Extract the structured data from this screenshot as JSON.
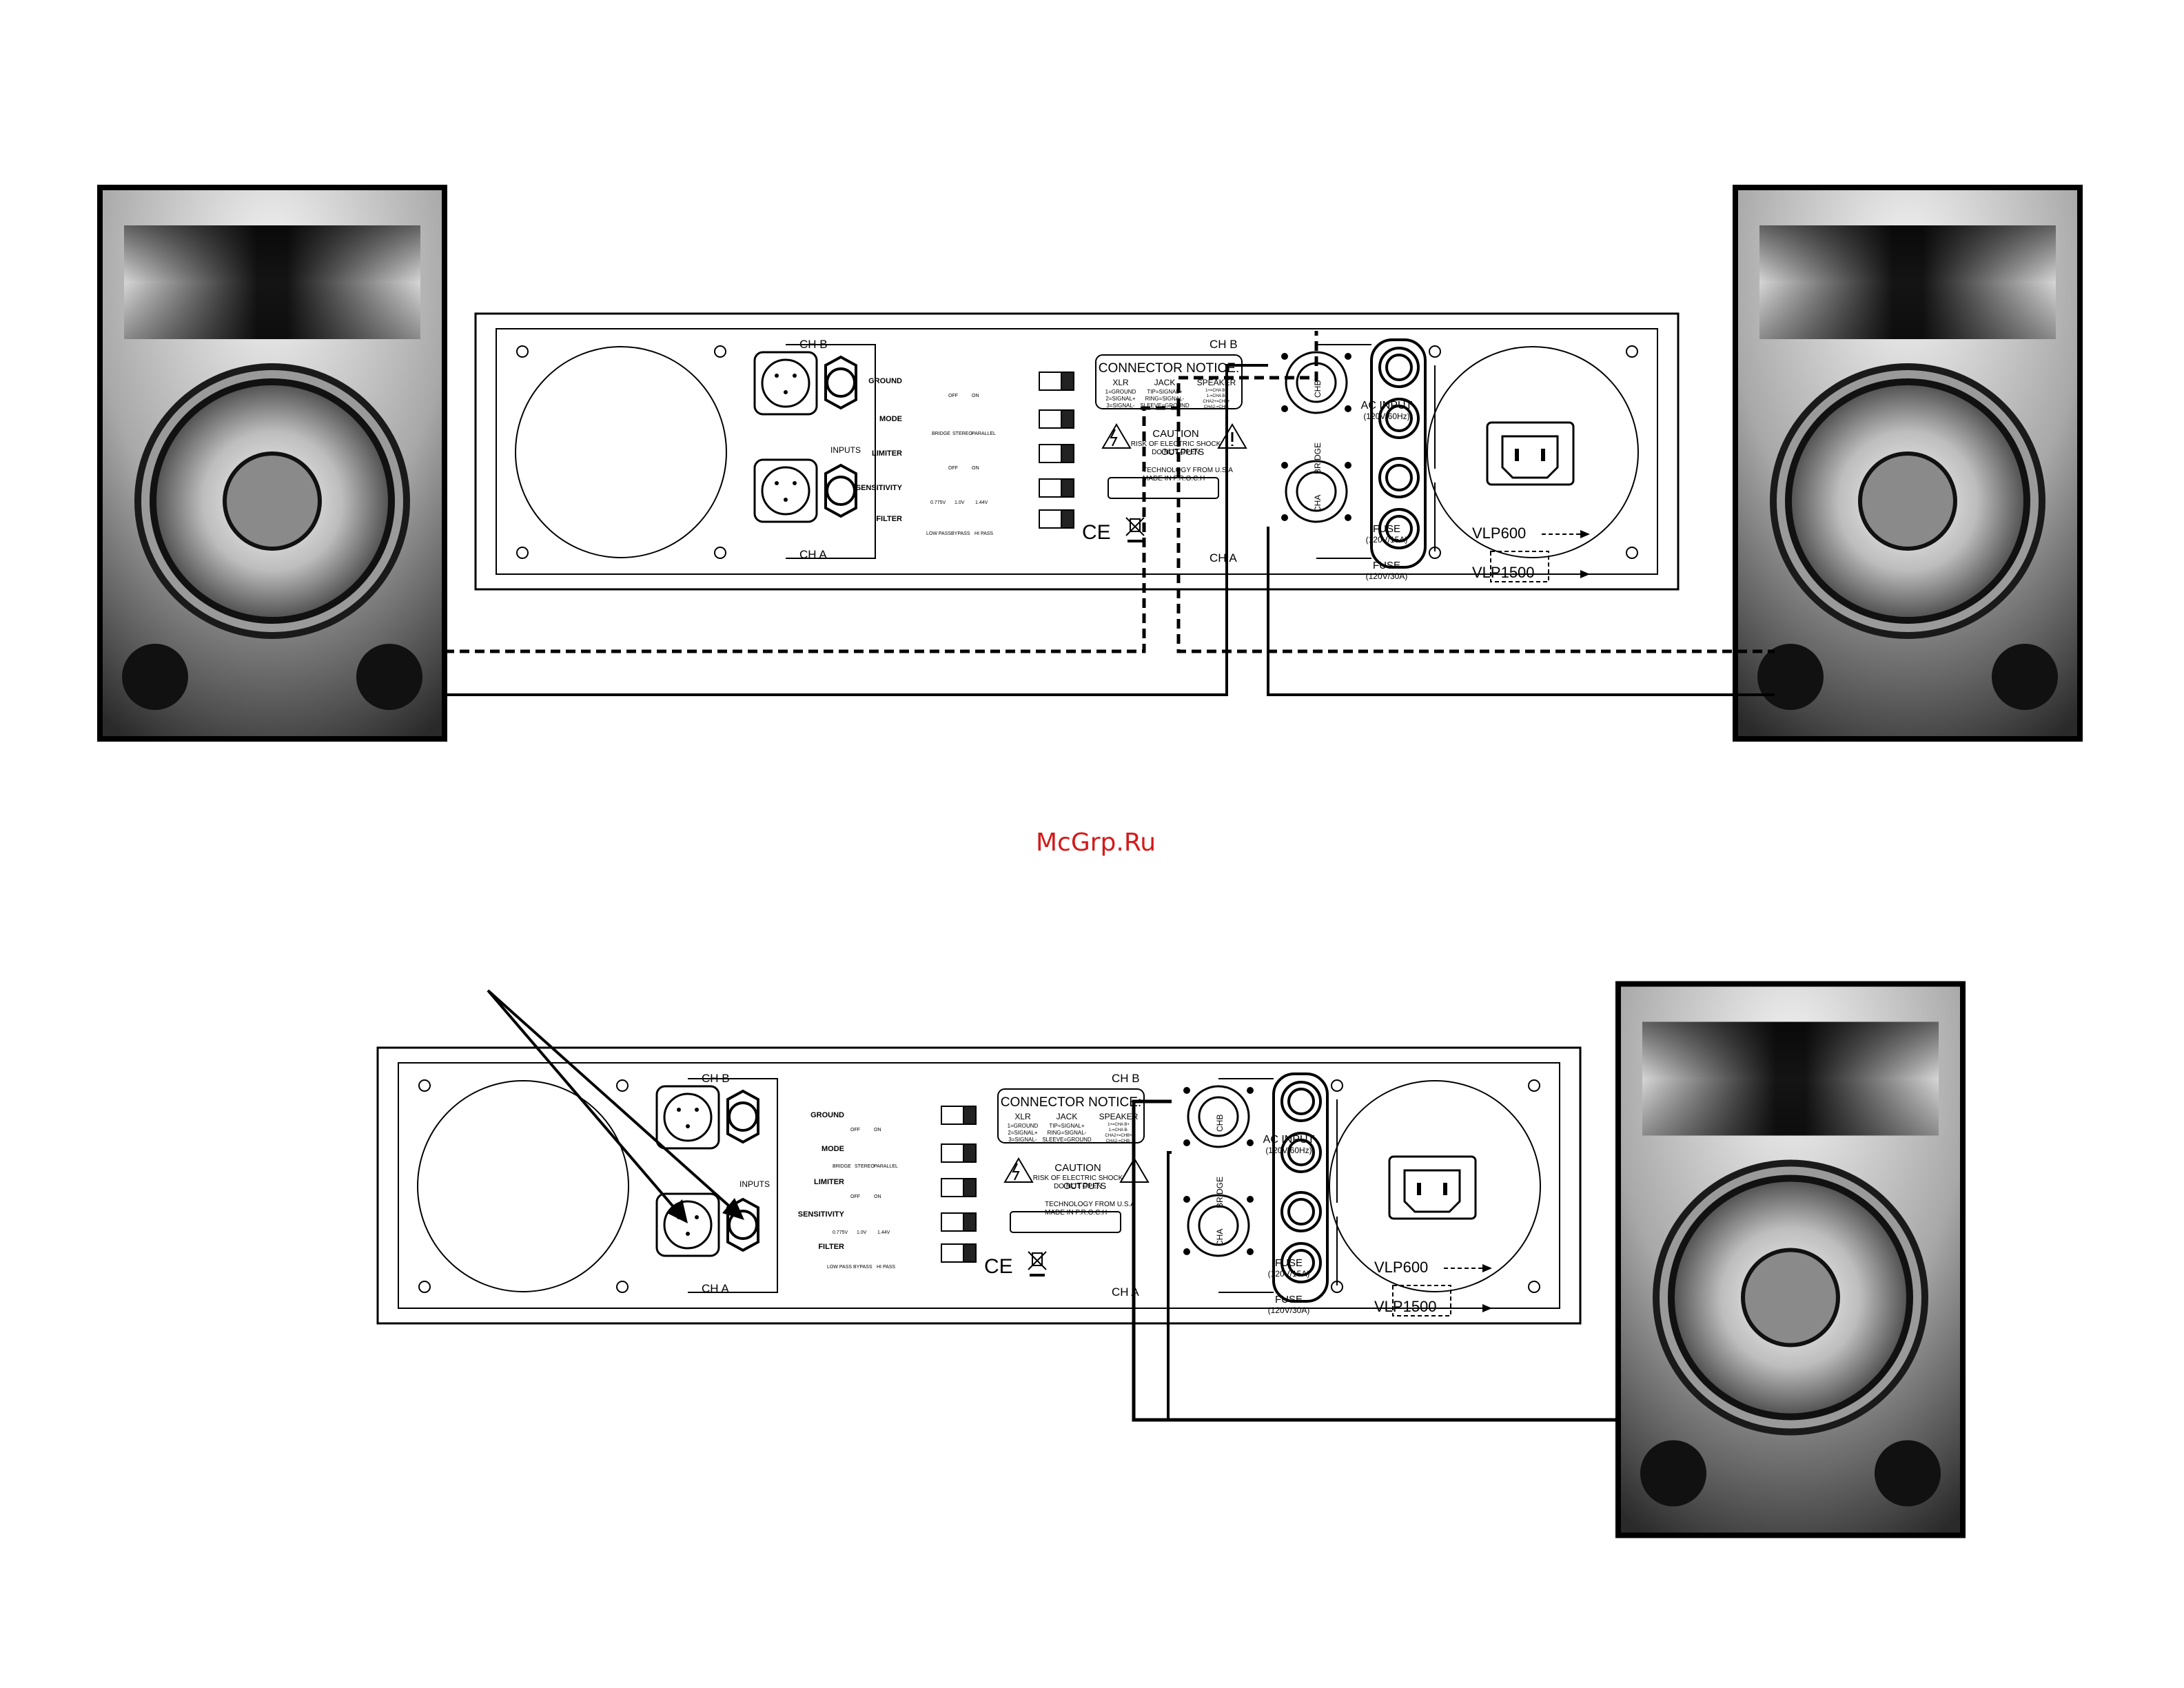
{
  "watermark": "McGrp.Ru",
  "amp_panel": {
    "ch_b": "CH B",
    "ch_a": "CH A",
    "inputs": "INPUTS",
    "outputs": "OUTPUTS",
    "switches": [
      {
        "label": "GROUND",
        "options": [
          "OFF",
          "ON"
        ]
      },
      {
        "label": "MODE",
        "options": [
          "BRIDGE",
          "STEREO",
          "PARALLEL"
        ]
      },
      {
        "label": "LIMITER",
        "options": [
          "OFF",
          "ON"
        ]
      },
      {
        "label": "SENSITIVITY",
        "options": [
          "0.775V",
          "1.0V",
          "1.44V"
        ]
      },
      {
        "label": "FILTER",
        "options": [
          "LOW PASS",
          "BYPASS",
          "HI PASS"
        ]
      }
    ],
    "notice": {
      "title": "CONNECTOR NOTICE:",
      "col_xlr": "XLR",
      "col_jack": "JACK",
      "col_speaker": "SPEAKER",
      "xlr_lines": [
        "1=GROUND",
        "2=SIGNAL+",
        "3=SIGNAL-"
      ],
      "jack_lines": [
        "TIP=SIGNAL+",
        "RING=SIGNAL-",
        "SLEEVE=GROUND"
      ],
      "speaker_lines": [
        "1+=CHA B+",
        "1-=CHA B-",
        "CHA2+=CHB+",
        "CHA2-=CHB-"
      ]
    },
    "caution": {
      "title": "CAUTION",
      "line1": "RISK OF ELECTRIC SHOCK",
      "line2": "DO NOT OPEN"
    },
    "tech_line1": "TECHNOLOGY  FROM  U.S.A",
    "tech_line2": "MADE  IN  P.R.O.C.H",
    "ce_mark": "CE",
    "binding_posts": {
      "chb": "CHB",
      "bridge": "BRIDGE",
      "cha": "CHA",
      "plus": "+",
      "minus": "-"
    },
    "ac_input": {
      "title": "AC INPUT",
      "rating": "(120V/60Hz)"
    },
    "fuse_small": {
      "label": "FUSE",
      "rating": "(120V/15A)",
      "model": "VLP600"
    },
    "fuse_large": {
      "label": "FUSE",
      "rating": "(120V/30A)",
      "model": "VLP1500"
    }
  }
}
